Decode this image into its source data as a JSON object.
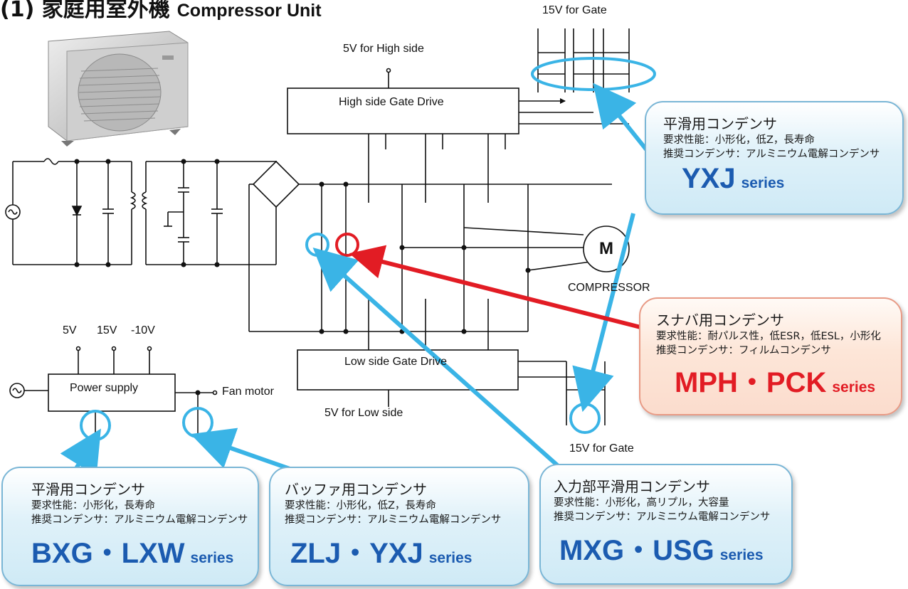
{
  "title": {
    "main": "(1) 家庭用室外機",
    "en": "Compressor Unit"
  },
  "labels": {
    "gate_15v_top": "15V for Gate",
    "high_side_5v": "5V for High side",
    "high_gate_drive": "High side Gate Drive",
    "low_gate_drive": "Low side Gate Drive",
    "low_side_5v": "5V for Low side",
    "gate_15v_bottom": "15V for Gate",
    "motor": "M",
    "compressor": "COMPRESSOR",
    "power_supply": "Power supply",
    "fan_motor": "Fan motor",
    "v5": "5V",
    "v15": "15V",
    "vneg10": "-10V"
  },
  "callouts": {
    "yxj": {
      "title": "平滑用コンデンサ",
      "req": "要求性能：小形化，低Z，長寿命",
      "rec": "推奨コンデンサ：アルミニウム電解コンデンサ",
      "series": "YXJ",
      "suffix": "series"
    },
    "mph": {
      "title": "スナバ用コンデンサ",
      "req": "要求性能：耐パルス性，低ESR，低ESL，小形化",
      "rec": "推奨コンデンサ：フィルムコンデンサ",
      "series": "MPH・PCK",
      "suffix": "series"
    },
    "bxg": {
      "title": "平滑用コンデンサ",
      "req": "要求性能：小形化，長寿命",
      "rec": "推奨コンデンサ：アルミニウム電解コンデンサ",
      "series": "BXG・LXW",
      "suffix": "series"
    },
    "zlj": {
      "title": "バッファ用コンデンサ",
      "req": "要求性能：小形化，低Z，長寿命",
      "rec": "推奨コンデンサ：アルミニウム電解コンデンサ",
      "series": "ZLJ・YXJ",
      "suffix": "series"
    },
    "mxg": {
      "title": "入力部平滑用コンデンサ",
      "req": "要求性能：小形化，高リプル，大容量",
      "rec": "推奨コンデンサ：アルミニウム電解コンデンサ",
      "series": "MXG・USG",
      "suffix": "series"
    }
  },
  "colors": {
    "callout_blue": "#3ab4e6",
    "callout_red": "#e21c24",
    "series_blue": "#1b5bb0"
  }
}
